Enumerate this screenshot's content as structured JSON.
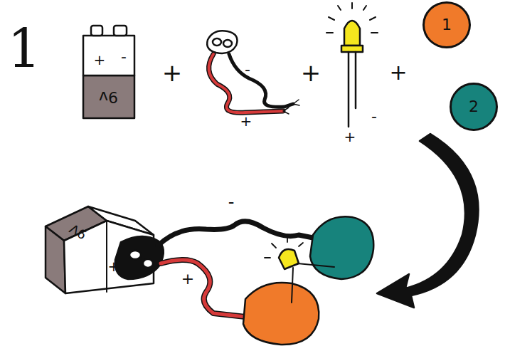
{
  "diagram": {
    "nodes": [
      {
        "text": [
          "1"
        ]
      },
      {
        "text": [
          "2"
        ]
      }
    ],
    "labels": [
      "1",
      "+",
      "-",
      "9v",
      "+",
      "-",
      "+",
      "+",
      "+",
      "-",
      "+",
      "-",
      "9V",
      "+",
      "-",
      "+"
    ]
  }
}
